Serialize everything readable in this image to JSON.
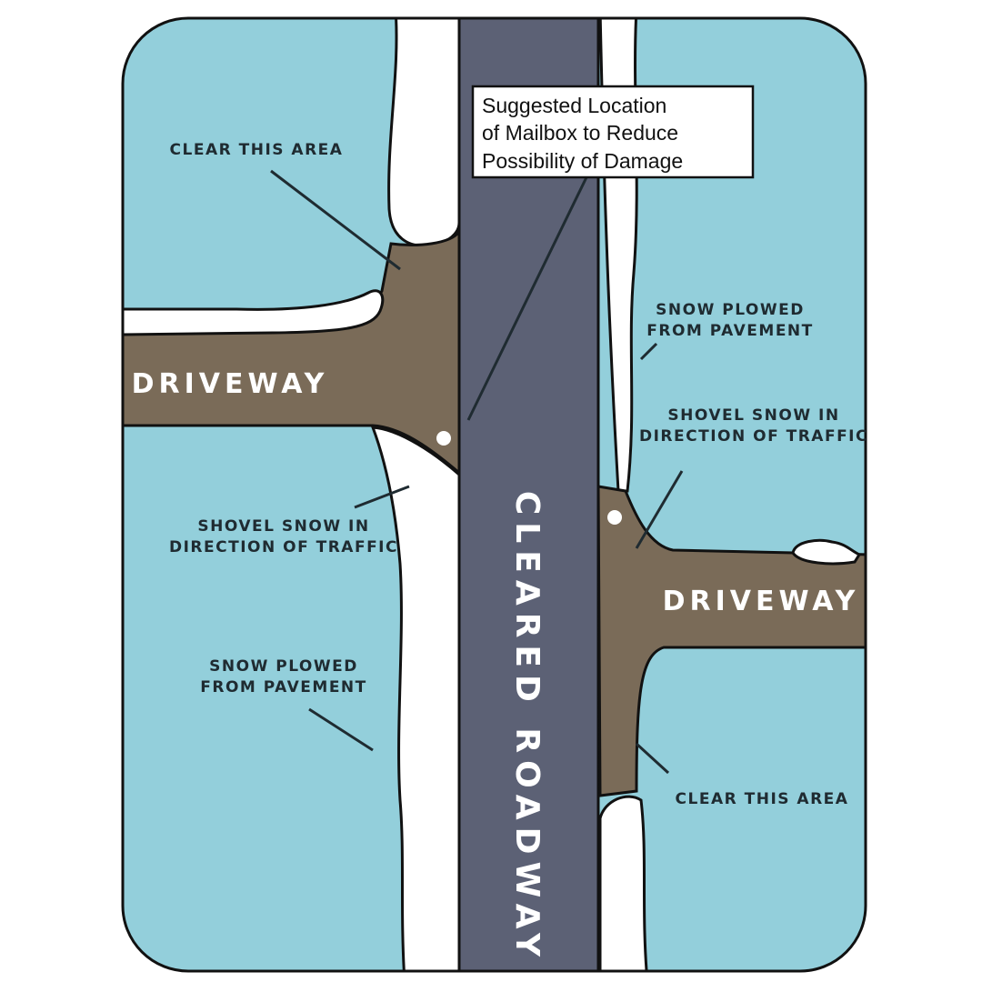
{
  "callout": {
    "line1": "Suggested Location",
    "line2": "of Mailbox to Reduce",
    "line3": "Possibility of Damage"
  },
  "labels": {
    "clear_area_top": "CLEAR THIS AREA",
    "driveway_left": "DRIVEWAY",
    "shovel_left_1": "SHOVEL SNOW IN",
    "shovel_left_2": "DIRECTION OF TRAFFIC",
    "plowed_left_1": "SNOW PLOWED",
    "plowed_left_2": "FROM PAVEMENT",
    "plowed_right_1": "SNOW PLOWED",
    "plowed_right_2": "FROM PAVEMENT",
    "shovel_right_1": "SHOVEL SNOW IN",
    "shovel_right_2": "DIRECTION OF TRAFFIC",
    "driveway_right": "DRIVEWAY",
    "clear_area_bottom": "CLEAR THIS AREA",
    "roadway": "CLEARED ROADWAY"
  },
  "colors": {
    "lawn": "#93cfdb",
    "road": "#5c6175",
    "driveway": "#7a6b58",
    "snow": "#ffffff",
    "ink": "#1f2b31"
  }
}
